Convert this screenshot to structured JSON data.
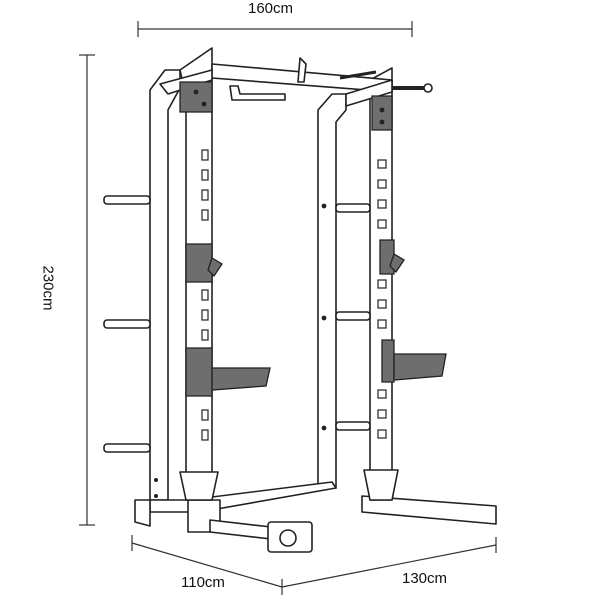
{
  "dimensions": {
    "top_width": "160cm",
    "height": "230cm",
    "bottom_depth": "110cm",
    "bottom_width": "130cm"
  },
  "colors": {
    "line": "#222222",
    "frame_fill": "#ffffff",
    "hook_fill": "#6e6e6e"
  },
  "product": {
    "illustration": "half-rack-icon"
  }
}
